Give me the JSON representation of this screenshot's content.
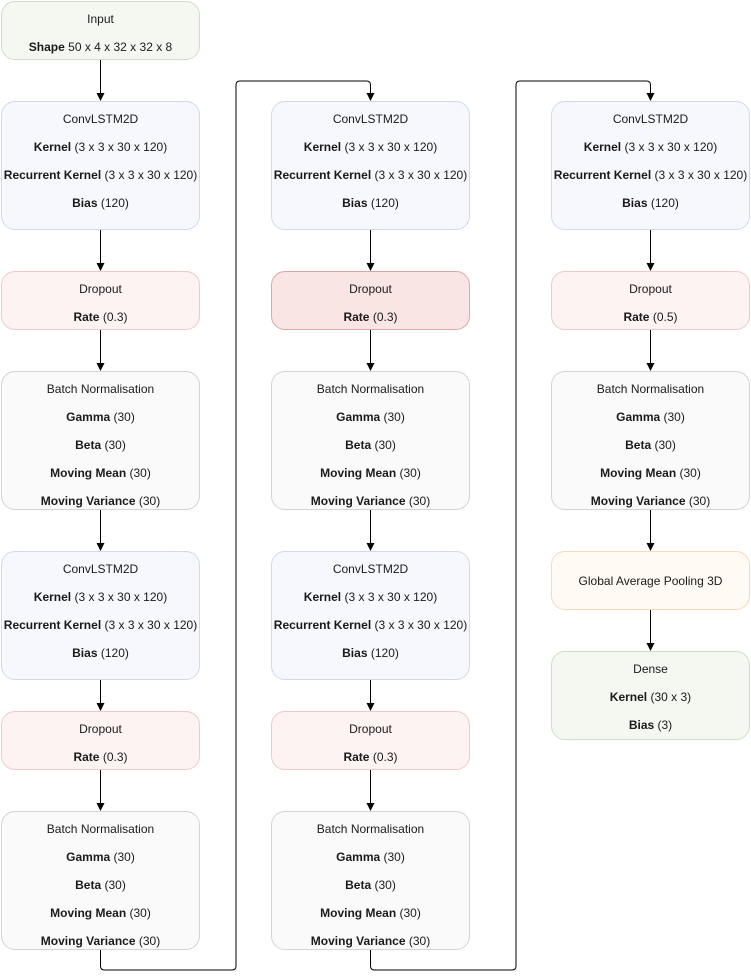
{
  "colors": {
    "input": "#f5f8f1",
    "conv_lstm": "#f7f8fd",
    "dropout": "#fdf3f2",
    "dropout_highlight": "#f9e5e4",
    "batch_norm": "#fafafa",
    "pooling": "#fffaf3",
    "dense": "#f4f8f1",
    "arrow": "#000000"
  },
  "columns": [
    {
      "blocks": [
        {
          "kind": "input",
          "title": "Input",
          "params": [
            {
              "name": "Shape",
              "value": "50 x 4 x 32 x 32 x 8"
            }
          ]
        },
        {
          "kind": "conv_lstm",
          "title": "ConvLSTM2D",
          "params": [
            {
              "name": "Kernel",
              "value": "(3 x 3 x 30 x 120)"
            },
            {
              "name": "Recurrent Kernel",
              "value": "(3 x 3 x 30 x 120)"
            },
            {
              "name": "Bias",
              "value": "(120)"
            }
          ]
        },
        {
          "kind": "dropout",
          "title": "Dropout",
          "params": [
            {
              "name": "Rate",
              "value": "(0.3)"
            }
          ]
        },
        {
          "kind": "batch_norm",
          "title": "Batch Normalisation",
          "params": [
            {
              "name": "Gamma",
              "value": "(30)"
            },
            {
              "name": "Beta",
              "value": "(30)"
            },
            {
              "name": "Moving Mean",
              "value": "(30)"
            },
            {
              "name": "Moving Variance",
              "value": "(30)"
            }
          ]
        },
        {
          "kind": "conv_lstm",
          "title": "ConvLSTM2D",
          "params": [
            {
              "name": "Kernel",
              "value": "(3 x 3 x 30 x 120)"
            },
            {
              "name": "Recurrent Kernel",
              "value": "(3 x 3 x 30 x 120)"
            },
            {
              "name": "Bias",
              "value": "(120)"
            }
          ]
        },
        {
          "kind": "dropout",
          "title": "Dropout",
          "params": [
            {
              "name": "Rate",
              "value": "(0.3)"
            }
          ]
        },
        {
          "kind": "batch_norm",
          "title": "Batch Normalisation",
          "params": [
            {
              "name": "Gamma",
              "value": "(30)"
            },
            {
              "name": "Beta",
              "value": "(30)"
            },
            {
              "name": "Moving Mean",
              "value": "(30)"
            },
            {
              "name": "Moving Variance",
              "value": "(30)"
            }
          ]
        }
      ]
    },
    {
      "blocks": [
        {
          "kind": "conv_lstm",
          "title": "ConvLSTM2D",
          "params": [
            {
              "name": "Kernel",
              "value": "(3 x 3 x 30 x 120)"
            },
            {
              "name": "Recurrent Kernel",
              "value": "(3 x 3 x 30 x 120)"
            },
            {
              "name": "Bias",
              "value": "(120)"
            }
          ]
        },
        {
          "kind": "dropout_highlight",
          "title": "Dropout",
          "params": [
            {
              "name": "Rate",
              "value": "(0.3)"
            }
          ]
        },
        {
          "kind": "batch_norm",
          "title": "Batch Normalisation",
          "params": [
            {
              "name": "Gamma",
              "value": "(30)"
            },
            {
              "name": "Beta",
              "value": "(30)"
            },
            {
              "name": "Moving Mean",
              "value": "(30)"
            },
            {
              "name": "Moving Variance",
              "value": "(30)"
            }
          ]
        },
        {
          "kind": "conv_lstm",
          "title": "ConvLSTM2D",
          "params": [
            {
              "name": "Kernel",
              "value": "(3 x 3 x 30 x 120)"
            },
            {
              "name": "Recurrent Kernel",
              "value": "(3 x 3 x 30 x 120)"
            },
            {
              "name": "Bias",
              "value": "(120)"
            }
          ]
        },
        {
          "kind": "dropout",
          "title": "Dropout",
          "params": [
            {
              "name": "Rate",
              "value": "(0.3)"
            }
          ]
        },
        {
          "kind": "batch_norm",
          "title": "Batch Normalisation",
          "params": [
            {
              "name": "Gamma",
              "value": "(30)"
            },
            {
              "name": "Beta",
              "value": "(30)"
            },
            {
              "name": "Moving Mean",
              "value": "(30)"
            },
            {
              "name": "Moving Variance",
              "value": "(30)"
            }
          ]
        }
      ]
    },
    {
      "blocks": [
        {
          "kind": "conv_lstm",
          "title": "ConvLSTM2D",
          "params": [
            {
              "name": "Kernel",
              "value": "(3 x 3 x 30 x 120)"
            },
            {
              "name": "Recurrent Kernel",
              "value": "(3 x 3 x 30 x 120)"
            },
            {
              "name": "Bias",
              "value": "(120)"
            }
          ]
        },
        {
          "kind": "dropout",
          "title": "Dropout",
          "params": [
            {
              "name": "Rate",
              "value": "(0.5)"
            }
          ]
        },
        {
          "kind": "batch_norm",
          "title": "Batch Normalisation",
          "params": [
            {
              "name": "Gamma",
              "value": "(30)"
            },
            {
              "name": "Beta",
              "value": "(30)"
            },
            {
              "name": "Moving Mean",
              "value": "(30)"
            },
            {
              "name": "Moving Variance",
              "value": "(30)"
            }
          ]
        },
        {
          "kind": "pooling",
          "title": "Global Average Pooling 3D",
          "params": []
        },
        {
          "kind": "dense",
          "title": "Dense",
          "params": [
            {
              "name": "Kernel",
              "value": "(30 x 3)"
            },
            {
              "name": "Bias",
              "value": "(3)"
            }
          ]
        }
      ]
    }
  ]
}
